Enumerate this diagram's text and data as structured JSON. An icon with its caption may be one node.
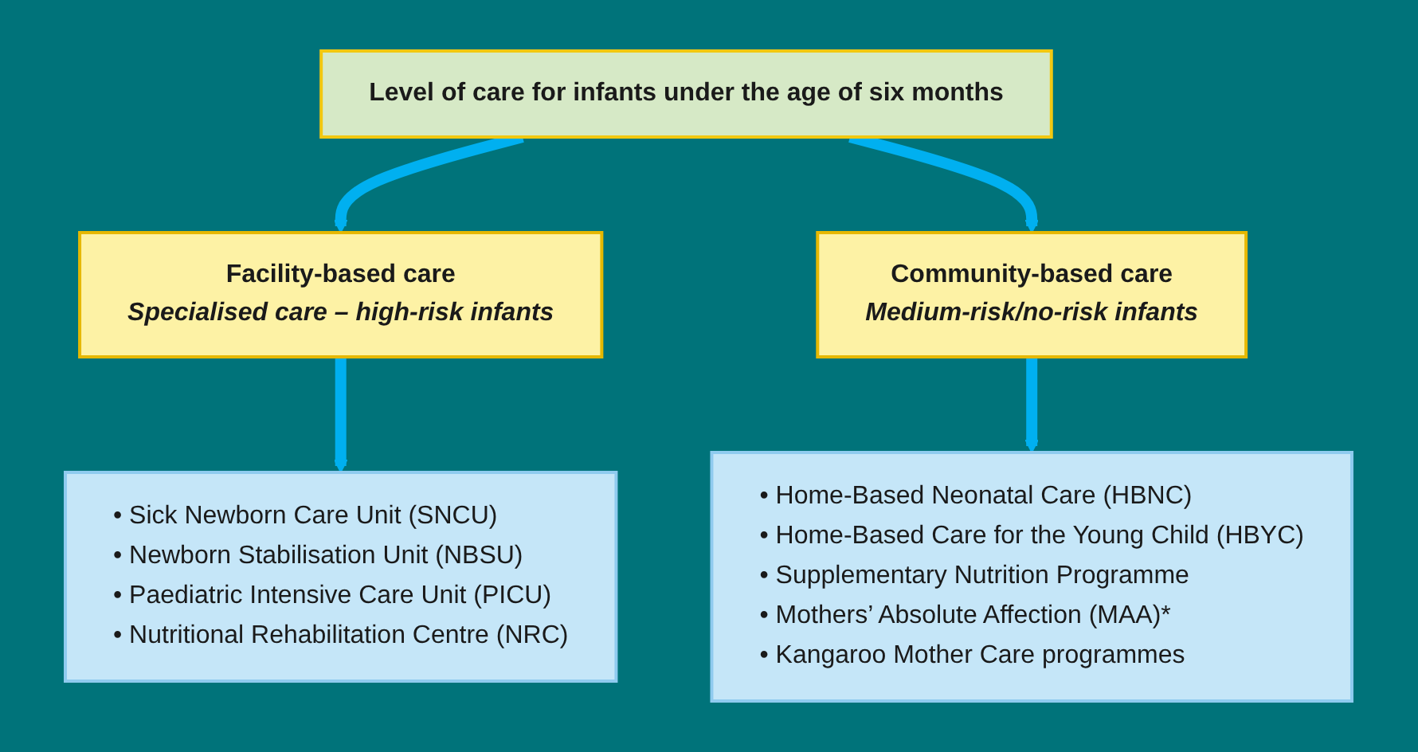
{
  "diagram": {
    "nodes": [
      {
        "text": [
          "Level of care for infants under the age of six months"
        ]
      },
      {
        "text": [
          "Facility-based care",
          "Specialised care – high-risk infants"
        ]
      },
      {
        "text": [
          "Community-based care",
          "Medium-risk/no-risk infants"
        ]
      },
      {
        "text": [
          "• Sick Newborn Care Unit (SNCU)",
          "• Newborn Stabilisation Unit (NBSU)",
          "• Paediatric Intensive Care Unit (PICU)",
          "• Nutritional Rehabilitation Centre (NRC)"
        ]
      },
      {
        "text": [
          "• Home-Based Neonatal Care (HBNC)",
          "• Home-Based Care for the Young Child (HBYC)",
          "• Supplementary Nutrition Programme",
          "• Mothers’ Absolute Affection (MAA)*",
          "• Kangaroo Mother Care programmes"
        ]
      }
    ],
    "edges": [
      {
        "from": 0,
        "to": 1,
        "arrow": "to"
      },
      {
        "from": 0,
        "to": 2,
        "arrow": "to"
      },
      {
        "from": 1,
        "to": 3,
        "arrow": "to"
      },
      {
        "from": 2,
        "to": 4,
        "arrow": "to"
      }
    ]
  }
}
